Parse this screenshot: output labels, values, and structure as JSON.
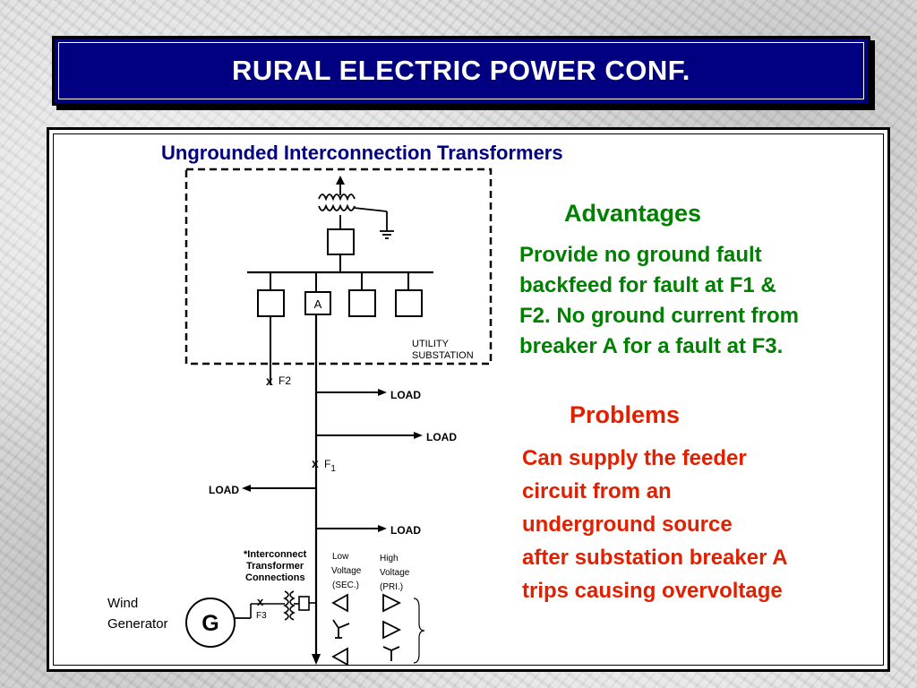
{
  "header": {
    "title": "RURAL ELECTRIC POWER CONF."
  },
  "slide": {
    "subtitle": "Ungrounded Interconnection Transformers",
    "advantages": {
      "heading": "Advantages",
      "lines": [
        "Provide no ground fault",
        "backfeed for fault at F1 &",
        "F2. No ground current from",
        "breaker A for a fault at F3."
      ]
    },
    "problems": {
      "heading": "Problems",
      "lines": [
        "Can supply the feeder",
        "circuit from an",
        "underground source",
        "after substation breaker A",
        "trips causing overvoltage"
      ]
    }
  },
  "diagram": {
    "breaker_label": "A",
    "substation_label_1": "UTILITY",
    "substation_label_2": "SUBSTATION",
    "fault_f2": "F2",
    "fault_f1": "F",
    "fault_f1_sub": "1",
    "fault_f3": "F3",
    "fault_mark": "x",
    "load_label": "LOAD",
    "interconnect_1": "*Interconnect",
    "interconnect_2": "Transformer",
    "interconnect_3": "Connections",
    "low_voltage_1": "Low",
    "low_voltage_2": "Voltage",
    "low_voltage_3": "(SEC.)",
    "high_voltage_1": "High",
    "high_voltage_2": "Voltage",
    "high_voltage_3": "(PRI.)",
    "wind_1": "Wind",
    "wind_2": "Generator",
    "generator_symbol": "G"
  },
  "colors": {
    "title_bar_bg": "#000080",
    "subtitle": "#000080",
    "advantages": "#008000",
    "problems": "#e02000"
  }
}
